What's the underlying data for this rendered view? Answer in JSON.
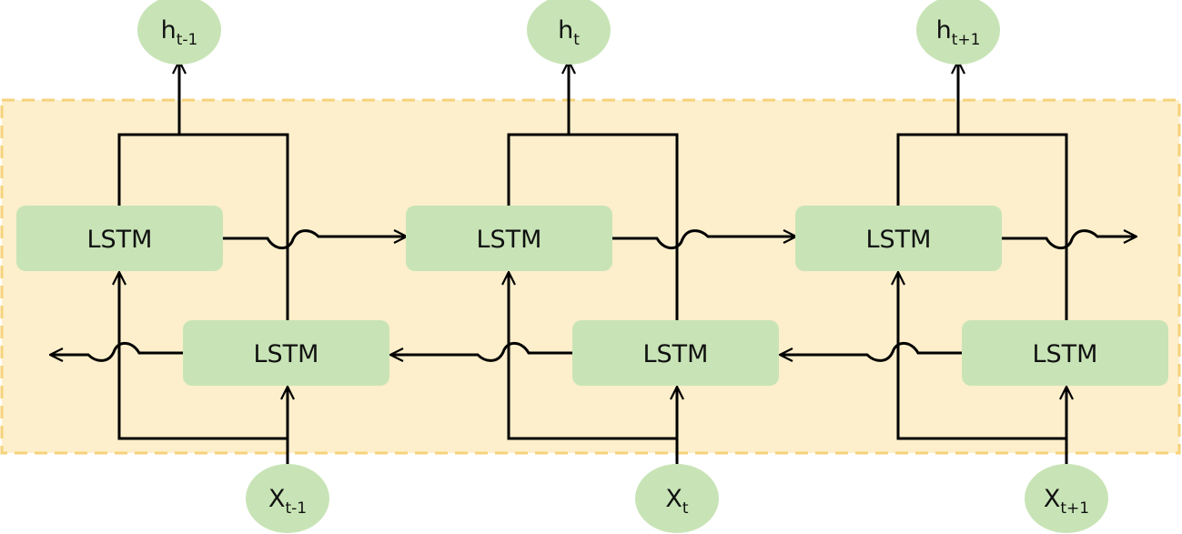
{
  "colors": {
    "background": "#ffffff",
    "panel_fill": "#fdefcb",
    "panel_border": "#f6d27a",
    "node_fill": "#c8e4b6",
    "line": "#000000",
    "text": "#111111"
  },
  "lstm_label": "LSTM",
  "steps": [
    {
      "output": {
        "main": "h",
        "sub": "t-1"
      },
      "input": {
        "main": "X",
        "sub": "t-1"
      }
    },
    {
      "output": {
        "main": "h",
        "sub": "t"
      },
      "input": {
        "main": "X",
        "sub": "t"
      }
    },
    {
      "output": {
        "main": "h",
        "sub": "t+1"
      },
      "input": {
        "main": "X",
        "sub": "t+1"
      }
    }
  ]
}
